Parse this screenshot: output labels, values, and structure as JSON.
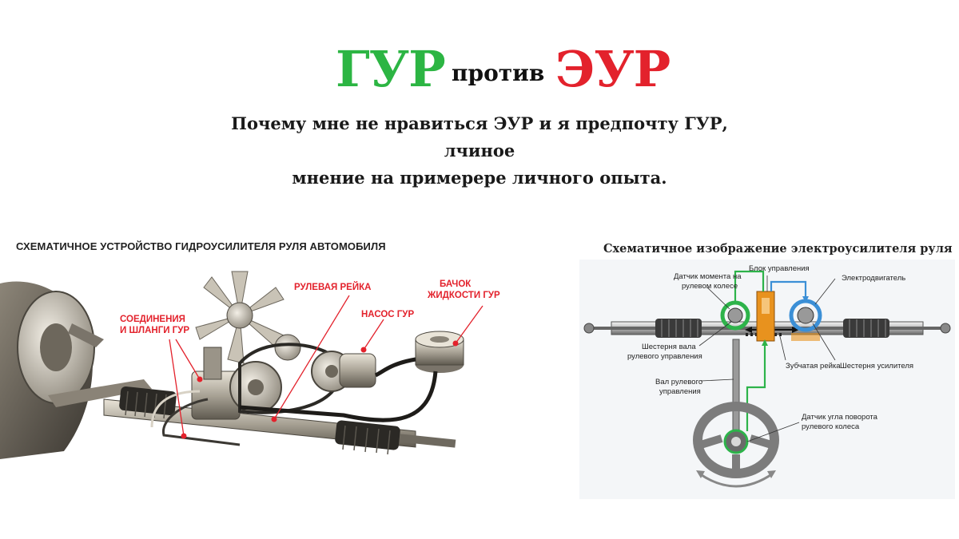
{
  "header": {
    "gur": "ГУР",
    "vs": "против",
    "eur": "ЭУР",
    "subtitle_line1": "Почему мне не нравиться ЭУР и я предпочту ГУР, лчиное",
    "subtitle_line2": "мнение на примерере личного опыта."
  },
  "left_diagram": {
    "caption": "СХЕМАТИЧНОЕ УСТРОЙСТВО ГИДРОУСИЛИТЕЛЯ РУЛЯ АВТОМОБИЛЯ",
    "labels": {
      "hoses_1": "СОЕДИНЕНИЯ",
      "hoses_2": "И ШЛАНГИ ГУР",
      "rack": "РУЛЕВАЯ РЕЙКА",
      "pump": "НАСОС ГУР",
      "tank_1": "БАЧОК",
      "tank_2": "ЖИДКОСТИ ГУР"
    }
  },
  "right_diagram": {
    "caption": "Схематичное изображение электроусилителя руля",
    "labels": {
      "torque_sensor_1": "Датчик момента на",
      "torque_sensor_2": "рулевом колесе",
      "control_unit": "Блок управления",
      "motor": "Электродвигатель",
      "shaft_gear_1": "Шестерня вала",
      "shaft_gear_2": "рулевого управления",
      "gear_rack": "Зубчатая рейка",
      "assist_gear": "Шестерня усилителя",
      "steering_shaft_1": "Вал рулевого",
      "steering_shaft_2": "управления",
      "angle_sensor_1": "Датчик угла поворота",
      "angle_sensor_2": "рулевого колеса"
    }
  },
  "colors": {
    "gur": "#2cb543",
    "eur": "#e3222c",
    "signal_green": "#2db34a",
    "signal_blue": "#3b8fd6",
    "control_orange": "#e8921e"
  }
}
